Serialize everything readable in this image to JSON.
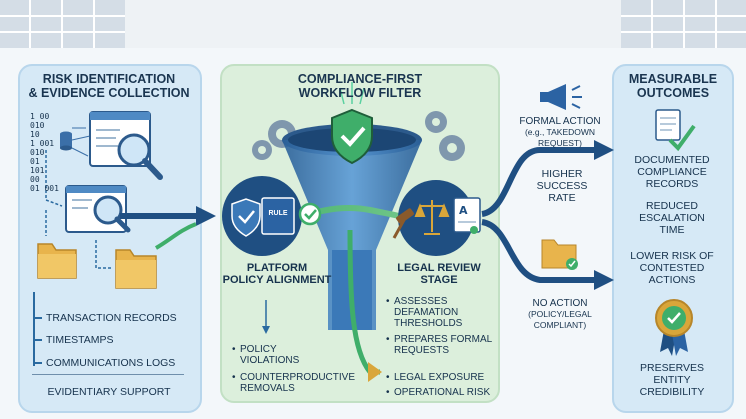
{
  "left": {
    "title_line1": "RISK IDENTIFICATION",
    "title_line2": "& EVIDENCE COLLECTION",
    "binary": [
      "1 00",
      "010",
      "10",
      "1 001",
      "010",
      "01",
      "101",
      "00",
      "01 001"
    ],
    "items": [
      "TRANSACTION RECORDS",
      "TIMESTAMPS",
      "COMMUNICATIONS LOGS"
    ],
    "footer": "EVIDENTIARY SUPPORT"
  },
  "middle": {
    "title_line1": "COMPLIANCE-FIRST",
    "title_line2": "WORKFLOW FILTER",
    "book_label": "RULE",
    "platform_line1": "PLATFORM",
    "platform_line2": "POLICY ALIGNMENT",
    "platform_items": [
      "POLICY VIOLATIONS",
      "COUNTERPRODUCTIVE REMOVALS"
    ],
    "legal_line1": "LEGAL REVIEW",
    "legal_line2": "STAGE",
    "legal_items": [
      "ASSESSES DEFAMATION THRESHOLDS",
      "PREPARES FORMAL REQUESTS"
    ],
    "risk_items": [
      "LEGAL EXPOSURE",
      "OPERATIONAL RISK"
    ]
  },
  "branches": {
    "formal_line1": "FORMAL ACTION",
    "formal_line2": "(e.g., TAKEDOWN",
    "formal_line3": "REQUEST)",
    "success_line1": "HIGHER",
    "success_line2": "SUCCESS",
    "success_line3": "RATE",
    "no_action_line1": "NO ACTION",
    "no_action_line2": "(POLICY/LEGAL",
    "no_action_line3": "COMPLIANT)"
  },
  "right": {
    "title_line1": "MEASURABLE",
    "title_line2": "OUTCOMES",
    "outcome1": [
      "DOCUMENTED",
      "COMPLIANCE",
      "RECORDS"
    ],
    "outcome2": [
      "REDUCED",
      "ESCALATION",
      "TIME"
    ],
    "outcome3": [
      "LOWER RISK OF",
      "CONTESTED",
      "ACTIONS"
    ],
    "outcome4": [
      "PRESERVES",
      "ENTITY",
      "CREDIBILITY"
    ]
  },
  "colors": {
    "navy": "#1f4f82",
    "green": "#3fae6a",
    "funnel": "#3d7fc0",
    "panel_blue": "#d6e9f6",
    "panel_green": "#dcefdc",
    "folder": "#e8b44c",
    "gold": "#d9a63a"
  }
}
